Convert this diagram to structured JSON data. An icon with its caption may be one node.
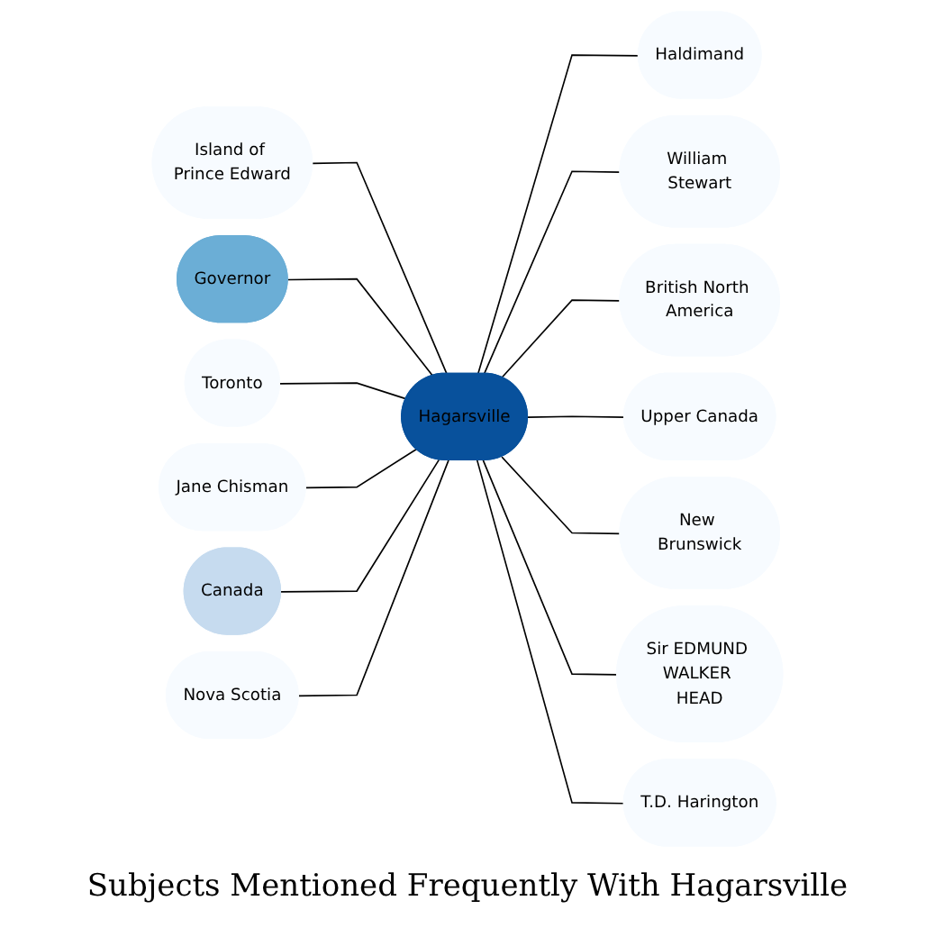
{
  "diagram": {
    "title": "Subjects Mentioned Frequently With Hagarsville",
    "nodes": [
      {
        "text": [
          "Haldimand"
        ]
      },
      {
        "text": [
          "Island of Prince Edward"
        ]
      },
      {
        "text": [
          "William Stewart"
        ]
      },
      {
        "text": [
          "British North America"
        ]
      },
      {
        "text": [
          "Toronto"
        ]
      },
      {
        "text": [
          "Governor"
        ]
      },
      {
        "text": [
          "Hagarsville"
        ]
      },
      {
        "text": [
          "Upper Canada"
        ]
      },
      {
        "text": [
          "Jane Chisman"
        ]
      },
      {
        "text": [
          "New Brunswick"
        ]
      },
      {
        "text": [
          "Canada"
        ]
      },
      {
        "text": [
          "Nova Scotia"
        ]
      },
      {
        "text": [
          "Sir EDMUND WALKER HEAD"
        ]
      },
      {
        "text": [
          "T.D. Harington"
        ]
      }
    ],
    "edges": [
      {
        "from": 6,
        "to": 0,
        "arrow": "none"
      },
      {
        "from": 6,
        "to": 1,
        "arrow": "none"
      },
      {
        "from": 6,
        "to": 2,
        "arrow": "none"
      },
      {
        "from": 6,
        "to": 3,
        "arrow": "none"
      },
      {
        "from": 6,
        "to": 5,
        "arrow": "none"
      },
      {
        "from": 6,
        "to": 4,
        "arrow": "none"
      },
      {
        "from": 6,
        "to": 7,
        "arrow": "none"
      },
      {
        "from": 6,
        "to": 8,
        "arrow": "none"
      },
      {
        "from": 6,
        "to": 9,
        "arrow": "none"
      },
      {
        "from": 6,
        "to": 10,
        "arrow": "none"
      },
      {
        "from": 6,
        "to": 11,
        "arrow": "none"
      },
      {
        "from": 6,
        "to": 12,
        "arrow": "none"
      },
      {
        "from": 6,
        "to": 13,
        "arrow": "none"
      }
    ]
  }
}
